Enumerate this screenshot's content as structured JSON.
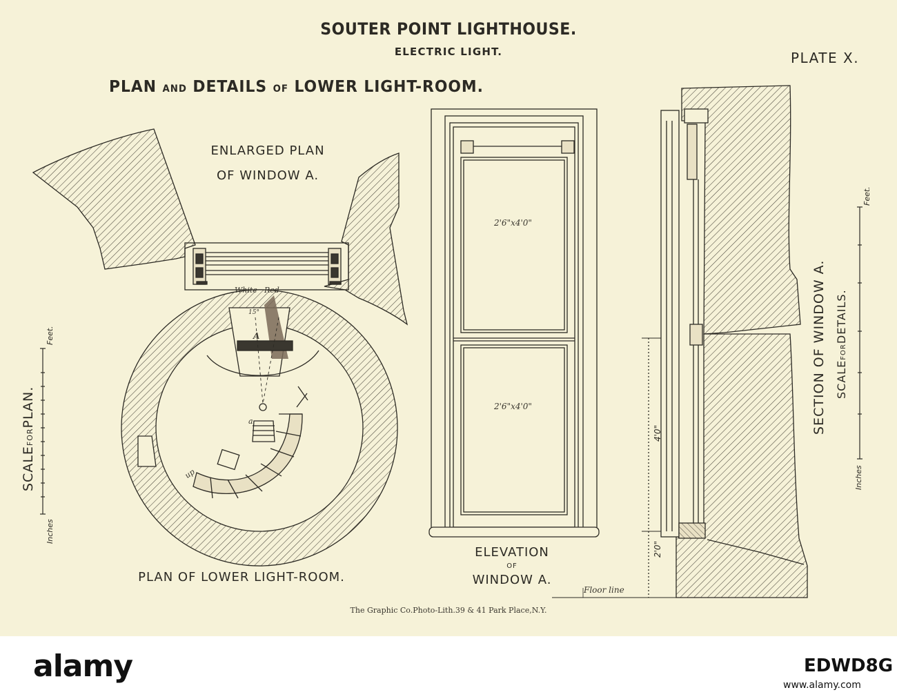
{
  "plate": {
    "title": "SOUTER POINT LIGHTHOUSE.",
    "subtitle": "ELECTRIC LIGHT.",
    "plate_number": "PLATE X.",
    "heading": {
      "w1": "PLAN",
      "w2": "AND",
      "w3": "DETAILS",
      "w4": "OF",
      "w5": "LOWER LIGHT-ROOM."
    },
    "enlarged_plan_label_line1": "ENLARGED PLAN",
    "enlarged_plan_label_line2": "OF WINDOW A.",
    "plan_label": "PLAN OF LOWER LIGHT-ROOM.",
    "elevation_label_line1": "ELEVATION",
    "elevation_label_of": "OF",
    "elevation_label_line2": "WINDOW A.",
    "section_label": "SECTION OF WINDOW A.",
    "scale_plan_label": {
      "w1": "SCALE",
      "w2": "FOR",
      "w3": "PLAN."
    },
    "scale_details_label": {
      "w1": "SCALE",
      "w2": "FOR",
      "w3": "DETAILS."
    },
    "scale_plan_feet": "Feet.",
    "scale_plan_inches": "Inches",
    "scale_details_feet": "Feet.",
    "scale_details_inches": "Inches",
    "pane_upper": "2'6\"x4'0\"",
    "pane_lower": "2'6\"x4'0\"",
    "dim_4ft": "4'0\"",
    "dim_2ft": "2'0\"",
    "floor_line": "Floor line",
    "sector_white": "White",
    "sector_red": "Red",
    "sector_angle": "15°",
    "window_mark": "A",
    "mark_a": "a",
    "stair_up": "up",
    "footer": "The Graphic Co.Photo-Lith.39 & 41 Park Place,N.Y."
  },
  "stock": {
    "logo": "alamy",
    "image_id": "EDWD8G",
    "url": "www.alamy.com"
  },
  "colors": {
    "paper": "#f6f2d8",
    "ink": "#2c2a24",
    "red_sector": "#7a6a58",
    "band": "#ffffff"
  }
}
